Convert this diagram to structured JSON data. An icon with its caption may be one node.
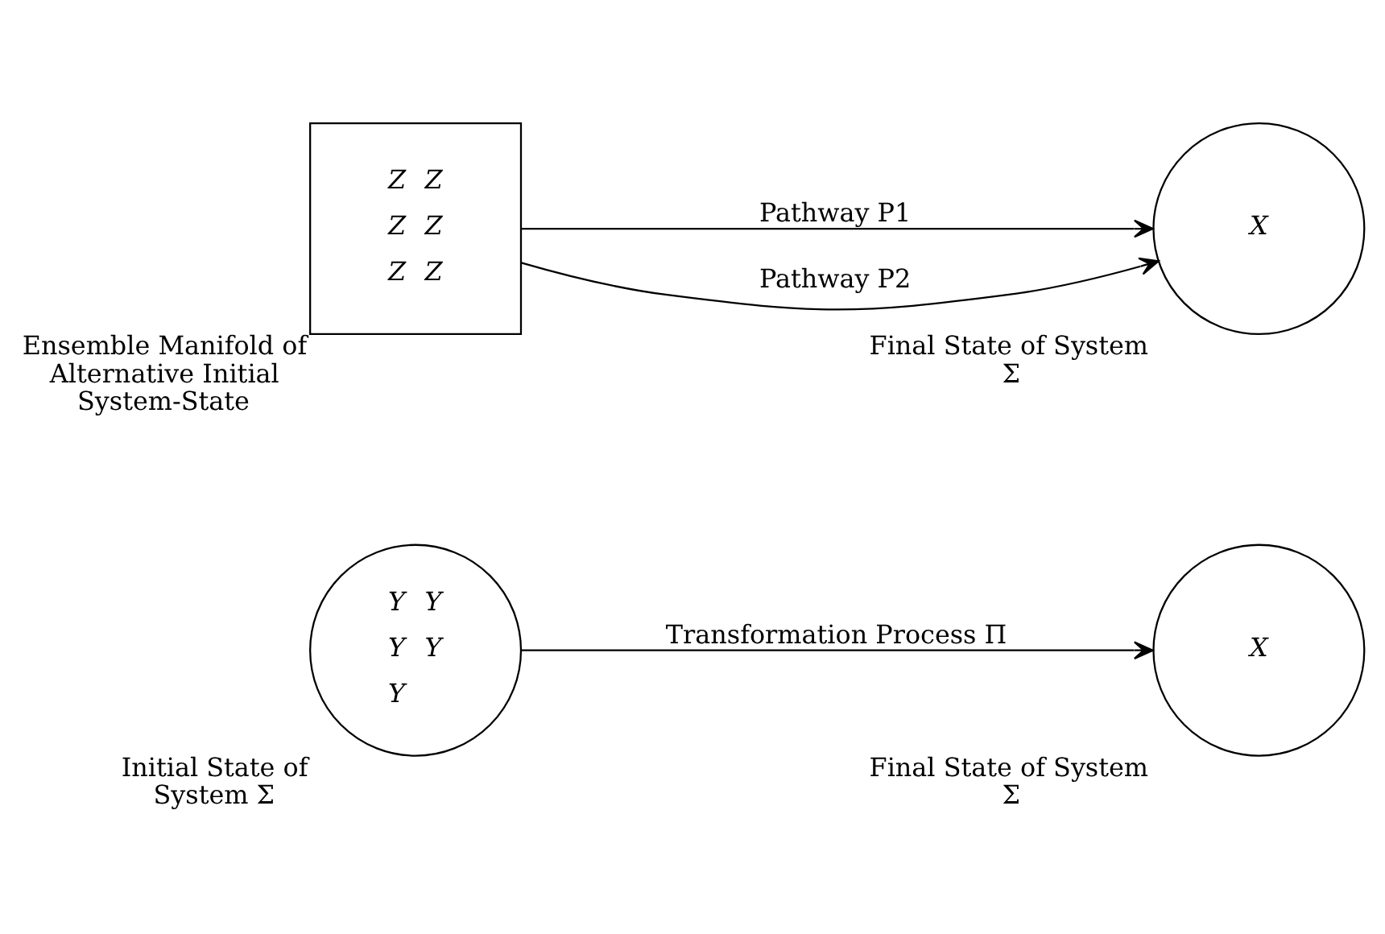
{
  "diagram": {
    "nodes": [
      {
        "text": [
          "Initial State of System Σ",
          "Y",
          "Y",
          "Y",
          "Y",
          "Y"
        ]
      },
      {
        "text": [
          "Final State of System Σ",
          "X"
        ]
      },
      {
        "text": [
          "Ensemble Manifold of Alternative Initial System-State",
          "Z",
          "Z",
          "Z",
          "Z",
          "Z",
          "Z"
        ]
      },
      {
        "text": [
          "Final State of System Σ",
          "X"
        ]
      }
    ],
    "edges": [
      {
        "from": 0,
        "to": 1,
        "arrow": "to",
        "label": "Transformation Process Π"
      },
      {
        "from": 2,
        "to": 3,
        "arrow": "to",
        "label": "Pathway P1"
      },
      {
        "from": 2,
        "to": 3,
        "arrow": "to",
        "label": "Pathway P2"
      }
    ]
  }
}
